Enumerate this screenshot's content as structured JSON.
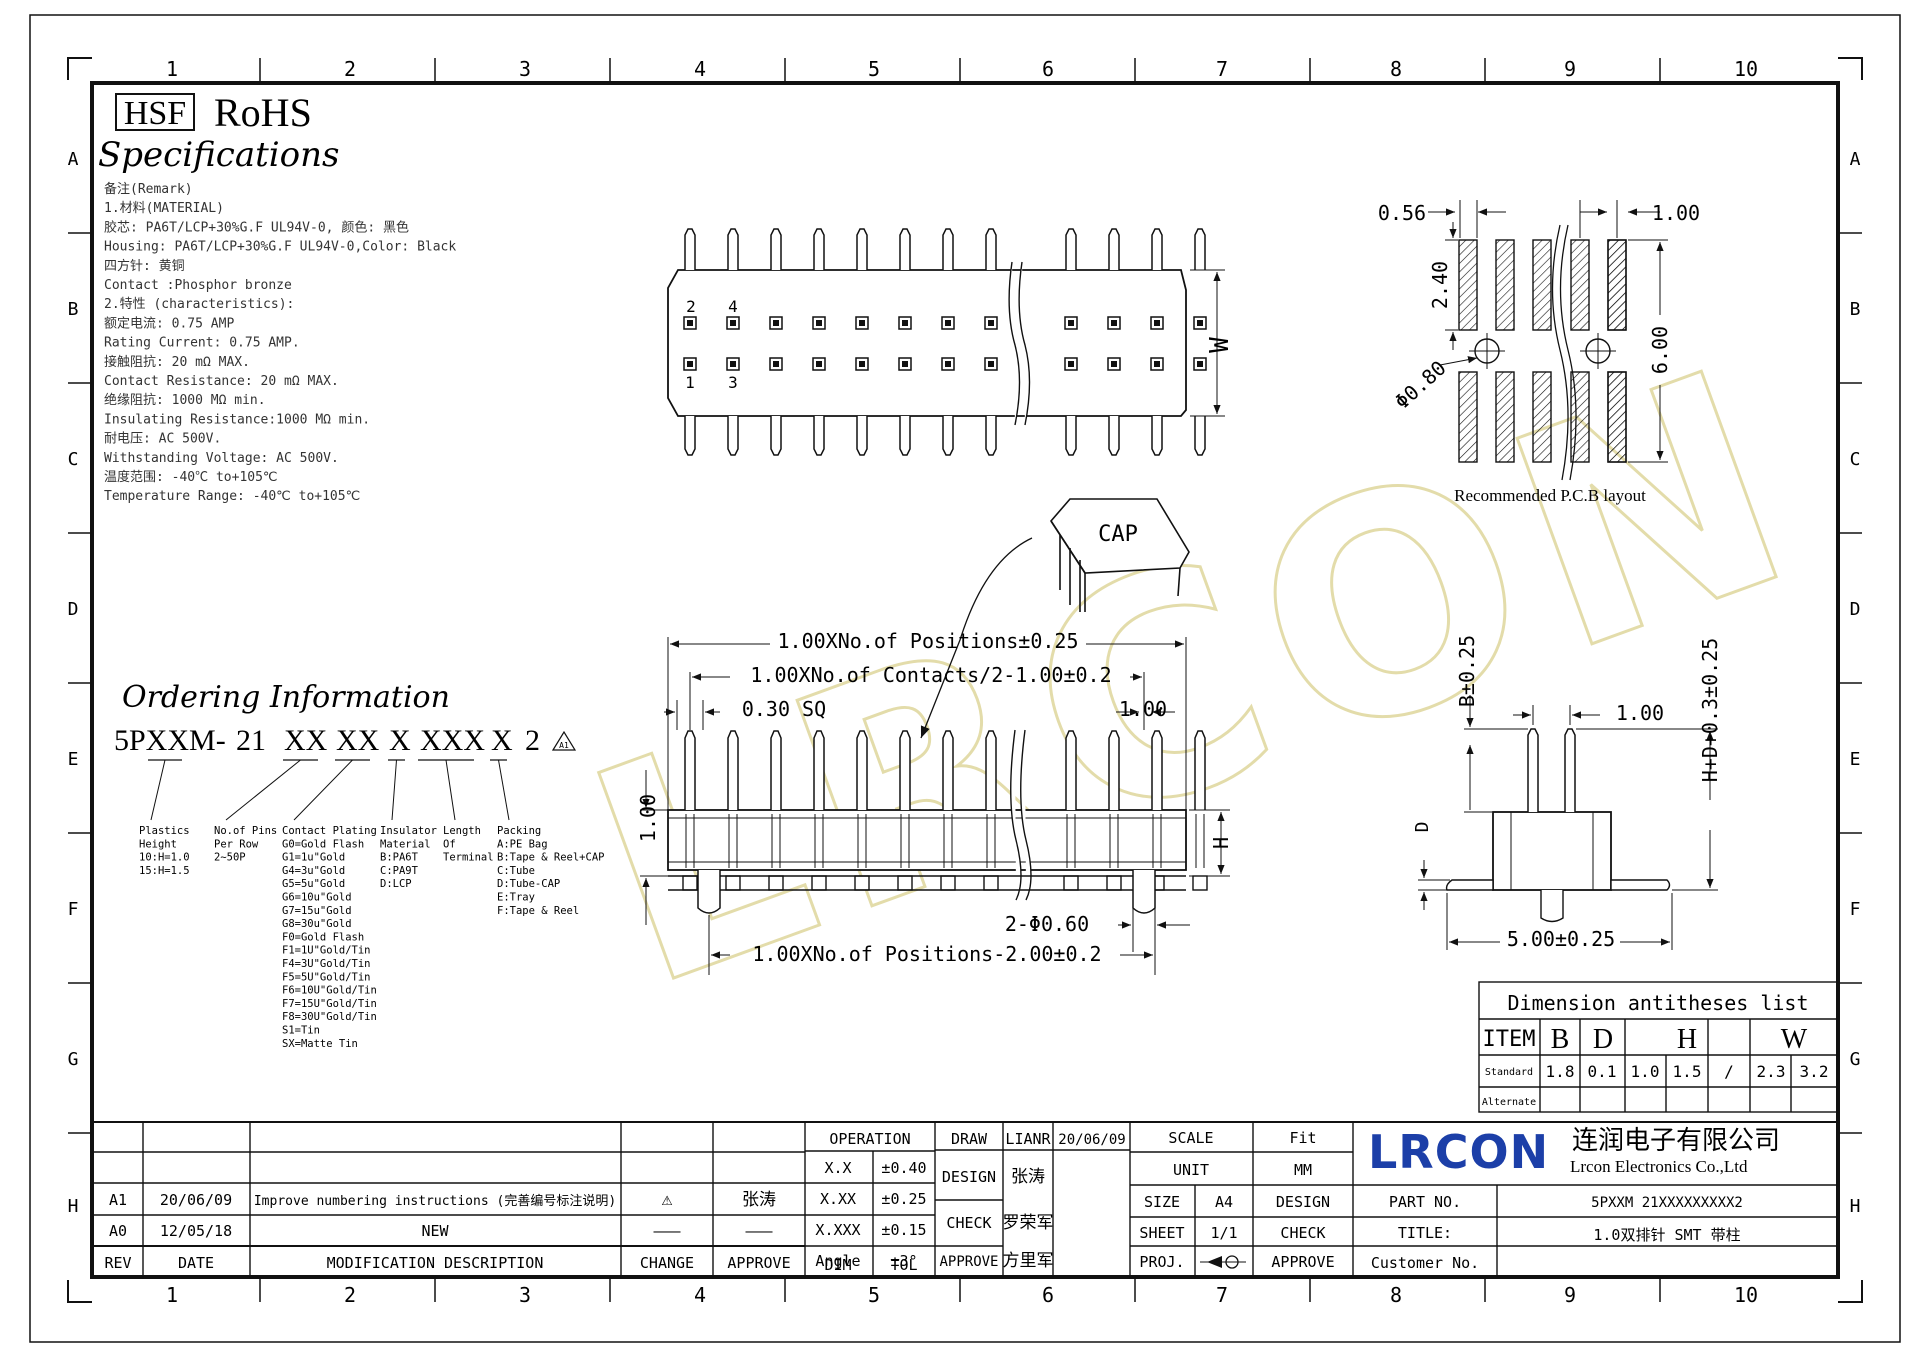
{
  "header": {
    "hsf": "HSF",
    "rohs": "RoHS",
    "specifications": "Specifications"
  },
  "zones": {
    "columns": [
      "1",
      "2",
      "3",
      "4",
      "5",
      "6",
      "7",
      "8",
      "9",
      "10"
    ],
    "rows": [
      "A",
      "B",
      "C",
      "D",
      "E",
      "F",
      "G",
      "H"
    ]
  },
  "remarks": [
    "备注(Remark)",
    "1.材料(MATERIAL)",
    "胶芯: PA6T/LCP+30%G.F UL94V-0, 颜色: 黑色",
    "Housing: PA6T/LCP+30%G.F UL94V-0,Color: Black",
    "四方针: 黄铜",
    "Contact :Phosphor bronze",
    "2.特性 (characteristics):",
    "额定电流: 0.75 AMP",
    "Rating Current: 0.75 AMP.",
    "接触阻抗: 20 mΩ MAX.",
    "Contact Resistance: 20 mΩ MAX.",
    "绝缘阻抗: 1000 MΩ min.",
    "Insulating Resistance:1000 MΩ min.",
    "耐电压: AC 500V.",
    "Withstanding Voltage: AC 500V.",
    "温度范围: -40℃ to+105℃",
    "Temperature Range: -40℃ to+105℃"
  ],
  "ordering": {
    "title": "Ordering Information",
    "part": [
      "5PXXM-",
      "21",
      "XX",
      "XX",
      "X",
      "XXX",
      "X",
      "2"
    ],
    "descriptions": [
      [
        "Plastics",
        "Height",
        "10:H=1.0",
        "15:H=1.5"
      ],
      [
        "No.of Pins",
        "Per Row",
        "2~50P"
      ],
      [
        "Contact Plating",
        "G0=Gold Flash",
        "G1=1u\"Gold",
        "G4=3u\"Gold",
        "G5=5u\"Gold",
        "G6=10u\"Gold",
        "G7=15u\"Gold",
        "G8=30u\"Gold",
        "F0=Gold Flash",
        "F1=1U\"Gold/Tin",
        "F4=3U\"Gold/Tin",
        "F5=5U\"Gold/Tin",
        "F6=10U\"Gold/Tin",
        "F7=15U\"Gold/Tin",
        "F8=30U\"Gold/Tin",
        "S1=Tin",
        "SX=Matte Tin"
      ],
      [
        "Insulator",
        "Material",
        "B:PA6T",
        "C:PA9T",
        "D:LCP"
      ],
      [
        "Length",
        "Of",
        "Terminal"
      ],
      [
        "Packing",
        "A:PE Bag",
        "B:Tape & Reel+CAP",
        "C:Tube",
        "D:Tube-CAP",
        "E:Tray",
        "F:Tape & Reel"
      ]
    ]
  },
  "top_view": {
    "pin_labels": [
      "2",
      "4",
      "1",
      "3"
    ],
    "dim_w": "W"
  },
  "pcb": {
    "dim_056": "0.56",
    "dim_100": "1.00",
    "dim_240": "2.40",
    "dim_600": "6.00",
    "dim_hole": "Φ0.80",
    "caption": "Recommended P.C.B layout"
  },
  "cap_label": "CAP",
  "front_view": {
    "dim_positions": "1.00XNo.of Positions±0.25",
    "dim_contacts": "1.00XNo.of Contacts/2-1.00±0.2",
    "dim_sq": "0.30 SQ",
    "dim_pitch": "1.00",
    "dim_height": "1.00",
    "dim_h": "H",
    "dim_pegs": "2-Φ0.60",
    "dim_pos_minus": "1.00XNo.of Positions-2.00±0.2"
  },
  "side_view": {
    "dim_b": "B±0.25",
    "dim_pitch": "1.00",
    "dim_total": "H+D+0.3±0.25",
    "dim_d": "D",
    "dim_width": "5.00±0.25"
  },
  "dimension_table": {
    "title": "Dimension antitheses list",
    "headers": [
      "ITEM",
      "B",
      "D",
      "H",
      "W"
    ],
    "standard_label": "Standard",
    "standard_values": [
      "1.8",
      "0.1",
      "1.0",
      "1.5",
      "/",
      "2.3",
      "3.2"
    ],
    "alternate_label": "Alternate"
  },
  "title_block": {
    "revisions": [
      {
        "rev": "A1",
        "date": "20/06/09",
        "desc": "Improve numbering instructions (完善编号标注说明)",
        "change": "⚠",
        "approve": "张涛"
      },
      {
        "rev": "A0",
        "date": "12/05/18",
        "desc": "NEW",
        "change": "———",
        "approve": "———"
      }
    ],
    "rev_headers": [
      "REV",
      "DATE",
      "MODIFICATION DESCRIPTION",
      "CHANGE",
      "APPROVE"
    ],
    "operation": "OPERATION",
    "tolerances": [
      {
        "dim": "X.X",
        "tol": "±0.40"
      },
      {
        "dim": "X.XX",
        "tol": "±0.25"
      },
      {
        "dim": "X.XXX",
        "tol": "±0.15"
      },
      {
        "dim": "Angle",
        "tol": "±3°"
      }
    ],
    "dim_label": "DIM",
    "tol_label": "TOL",
    "draw": "DRAW",
    "draw_name": "LIANR",
    "draw_date": "20/06/09",
    "design": "DESIGN",
    "design_name": "张涛",
    "check": "CHECK",
    "check_name": "罗荣军",
    "approve": "APPROVE",
    "approve_name": "方里军",
    "scale": "SCALE",
    "scale_val": "Fit",
    "unit": "UNIT",
    "unit_val": "MM",
    "size": "SIZE",
    "size_val": "A4",
    "sheet": "SHEET",
    "sheet_val": "1/1",
    "proj": "PROJ.",
    "design2": "DESIGN",
    "check2": "CHECK",
    "approve2": "APPROVE",
    "logo": "LRCON",
    "company_cn": "连润电子有限公司",
    "company_en": "Lrcon Electronics Co.,Ltd",
    "part_no_label": "PART NO.",
    "part_no": "5PXXM 21XXXXXXXXX2",
    "title_label": "TITLE:",
    "title": "1.0双排针 SMT 带柱",
    "customer_label": "Customer No."
  },
  "watermark": "LRCON",
  "colors": {
    "logo": "#1c3fa8",
    "line": "#111111",
    "watermark": "#e8e3b8"
  }
}
